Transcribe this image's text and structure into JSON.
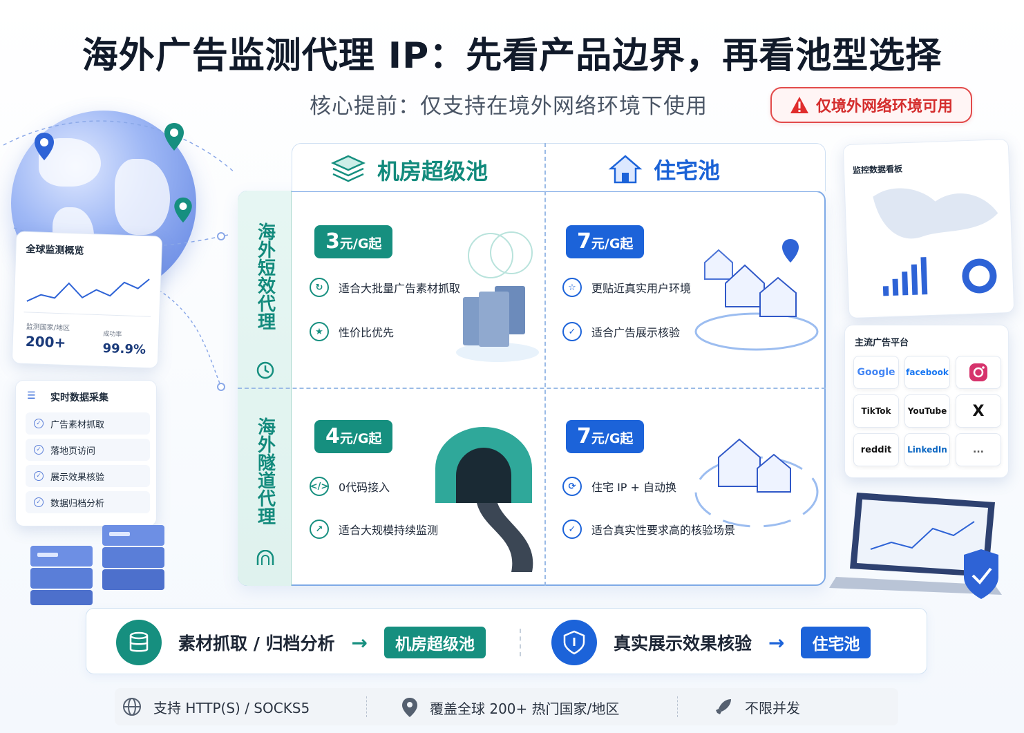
{
  "title": "海外广告监测代理 IP：先看产品边界，再看池型选择",
  "subtitle": "核心提前：仅支持在境外网络环境下使用",
  "warning_badge": "仅境外网络环境可用",
  "columns": {
    "datacenter": {
      "label": "机房超级池",
      "icon": "server-stack-icon"
    },
    "residential": {
      "label": "住宅池",
      "icon": "house-icon"
    }
  },
  "rows": {
    "short": {
      "label": "海外短效代理",
      "icon": "clock-icon"
    },
    "tunnel": {
      "label": "海外隧道代理",
      "icon": "tunnel-icon"
    }
  },
  "cells": {
    "short_datacenter": {
      "price_num": "3",
      "price_unit": "元/G起",
      "features": [
        "适合大批量广告素材抓取",
        "性价比优先"
      ]
    },
    "short_residential": {
      "price_num": "7",
      "price_unit": "元/G起",
      "features": [
        "更贴近真实用户环境",
        "适合广告展示核验"
      ]
    },
    "tunnel_datacenter": {
      "price_num": "4",
      "price_unit": "元/G起",
      "features": [
        "0代码接入",
        "适合大规模持续监测"
      ]
    },
    "tunnel_residential": {
      "price_num": "7",
      "price_unit": "元/G起",
      "features": [
        "住宅 IP + 自动换",
        "适合真实性要求高的核验场景"
      ]
    }
  },
  "left_panel": {
    "overview": {
      "title": "全球监测概览",
      "countries_label": "监测国家/地区",
      "countries_value": "200+",
      "success_label": "成功率",
      "success_value": "99.9%"
    },
    "collection": {
      "title": "实时数据采集",
      "items": [
        "广告素材抓取",
        "落地页访问",
        "展示效果核验",
        "数据归档分析"
      ]
    }
  },
  "right_panel": {
    "dashboard_title": "监控数据看板",
    "platforms_title": "主流广告平台",
    "platforms": [
      "Google",
      "facebook",
      "Instagram",
      "TikTok",
      "YouTube",
      "X",
      "reddit",
      "LinkedIn",
      "..."
    ]
  },
  "recommendations": [
    {
      "scenario": "素材抓取 / 归档分析",
      "pool": "机房超级池",
      "icon": "database-icon"
    },
    {
      "scenario": "真实展示效果核验",
      "pool": "住宅池",
      "icon": "shield-icon"
    }
  ],
  "footer": [
    {
      "text": "支持 HTTP(S) / SOCKS5",
      "icon": "globe-icon"
    },
    {
      "text": "覆盖全球 200+ 热门国家/地区",
      "icon": "location-pin-icon"
    },
    {
      "text": "不限并发",
      "icon": "rocket-icon"
    }
  ],
  "colors": {
    "teal": "#168f7f",
    "blue": "#1c63d9",
    "warning": "#e24a4a"
  }
}
